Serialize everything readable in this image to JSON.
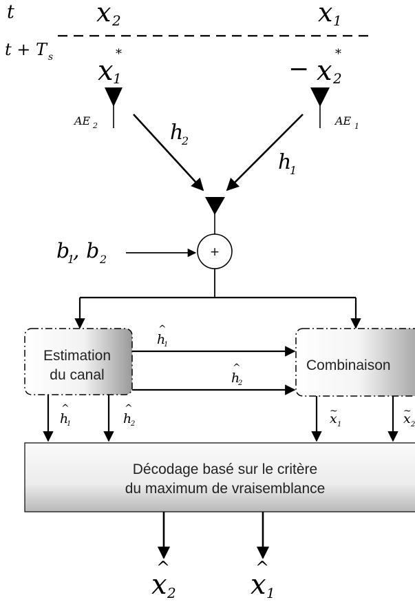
{
  "header": {
    "t": "t",
    "t_plus": "t + T",
    "t_plus_sub": "s",
    "x_left": "x",
    "x_left_sub": "2",
    "x_right": "x",
    "x_right_sub": "1",
    "x_left_conj": "x",
    "x_left_conj_sub": "1",
    "x_right_conj": "x",
    "x_right_conj_sub": "2",
    "star": "*",
    "minus": "−"
  },
  "antennas": {
    "left": {
      "label": "AE",
      "sub": "2"
    },
    "right": {
      "label": "AE",
      "sub": "1"
    }
  },
  "channels": {
    "h2": {
      "label": "h",
      "sub": "2"
    },
    "h1": {
      "label": "h",
      "sub": "1"
    }
  },
  "noise": {
    "label": "b",
    "sub1": "1",
    "sep": ", b",
    "sub2": "2"
  },
  "adder": {
    "symbol": "+"
  },
  "estimation_box": {
    "line1": "Estimation",
    "line2": "du canal"
  },
  "combinaison_box": {
    "line1": "Combinaison"
  },
  "decoding_box": {
    "line1": "Décodage basé sur le critère",
    "line2": "du maximum de vraisemblance"
  },
  "signals": {
    "h1_hat": {
      "label": "h",
      "sub": "1"
    },
    "h2_hat": {
      "label": "h",
      "sub": "2"
    },
    "x1_tilde": {
      "label": "x",
      "sub": "1"
    },
    "x2_tilde": {
      "label": "x",
      "sub": "2"
    }
  },
  "outputs": {
    "x2_hat": {
      "label": "x",
      "sub": "2"
    },
    "x1_hat": {
      "label": "x",
      "sub": "1"
    }
  }
}
